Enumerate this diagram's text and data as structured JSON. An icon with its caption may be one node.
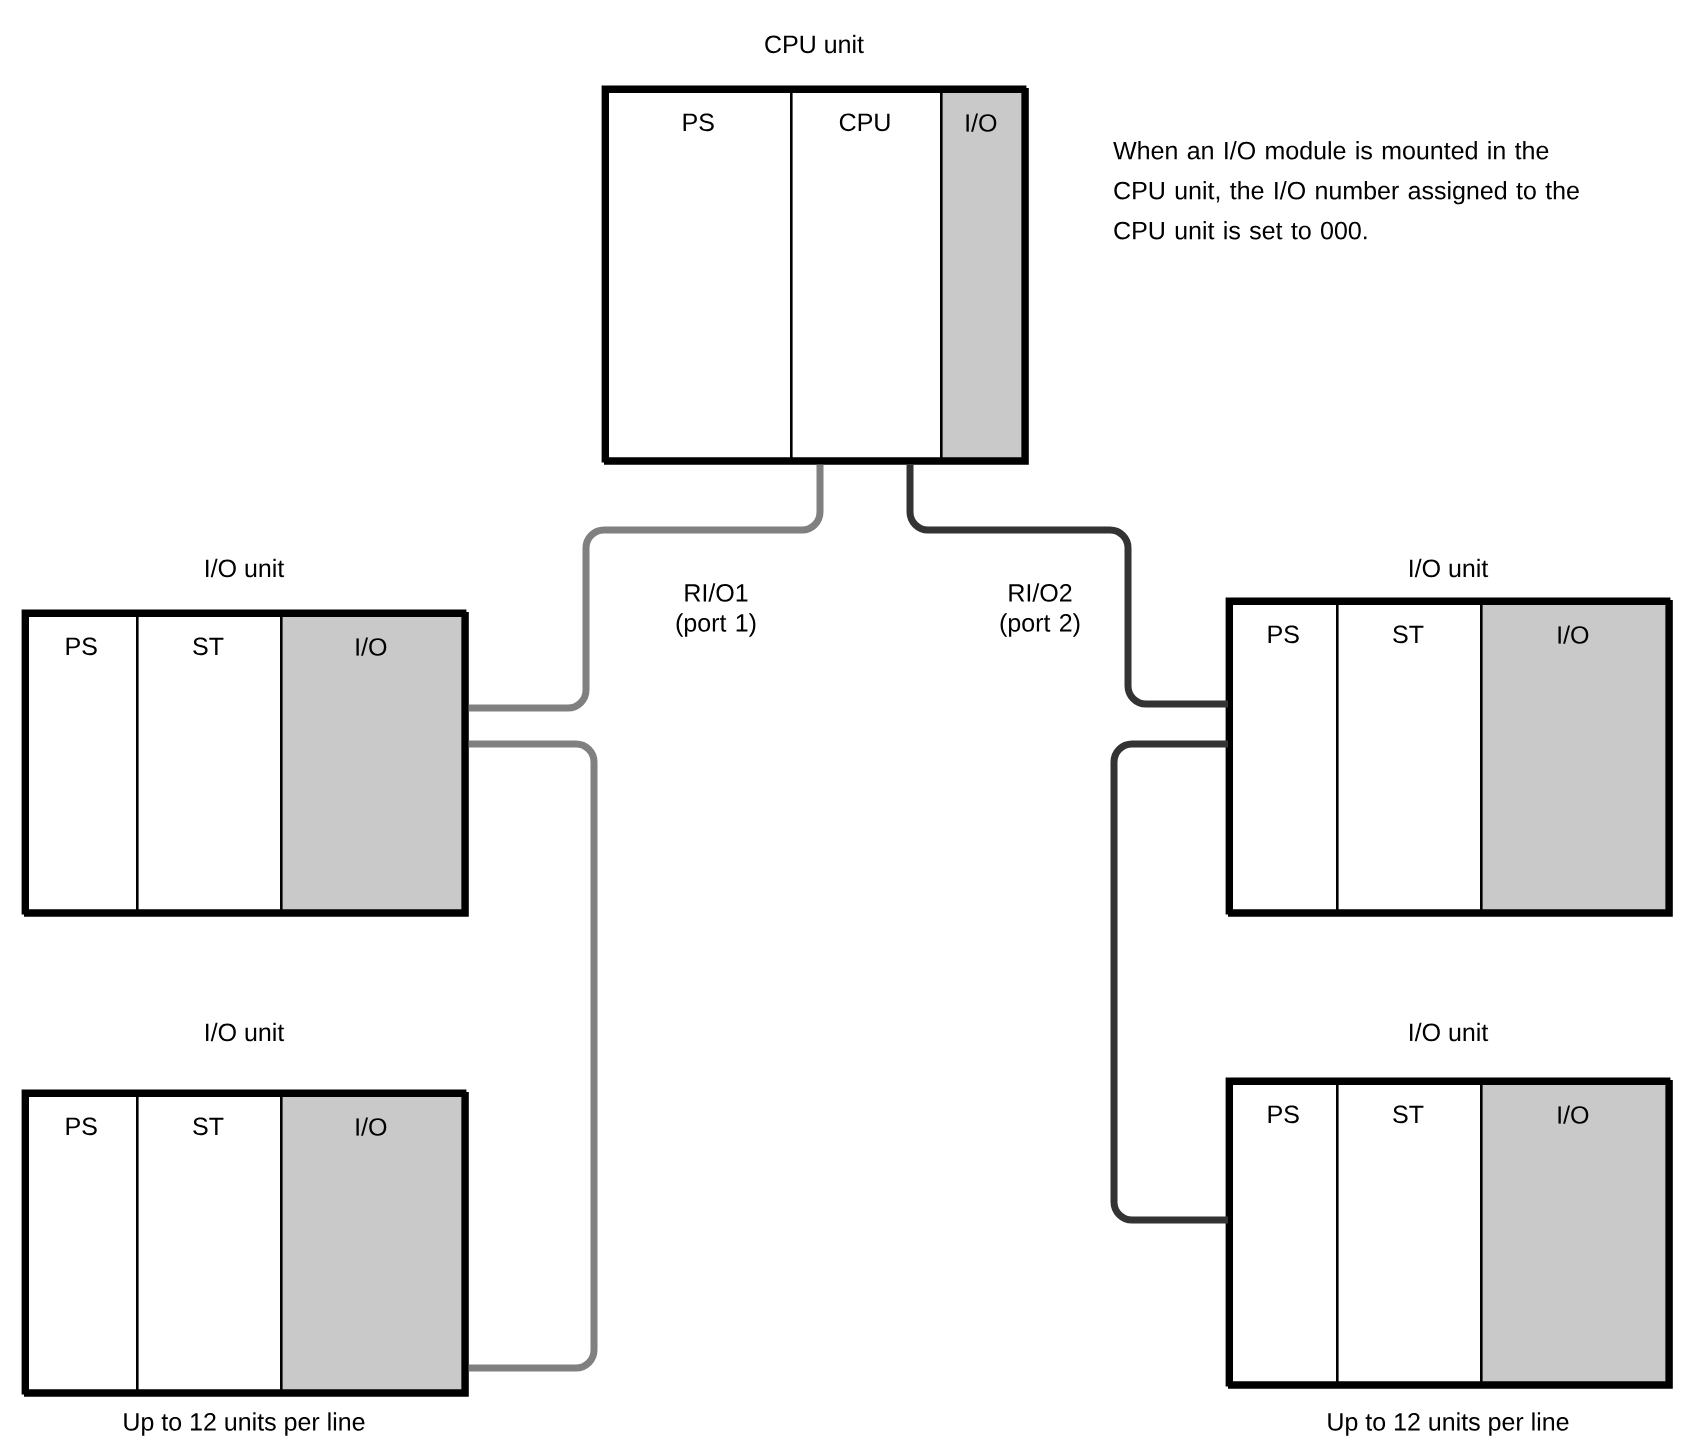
{
  "diagram": {
    "nodes": [
      {
        "text": [
          "CPU unit"
        ]
      },
      {
        "text": [
          "PS"
        ],
        "in": 0
      },
      {
        "text": [
          "CPU"
        ],
        "in": 0
      },
      {
        "text": [
          "I/O"
        ],
        "in": 0
      },
      {
        "text": [
          "I/O unit"
        ]
      },
      {
        "text": [
          "PS"
        ],
        "in": 4
      },
      {
        "text": [
          "ST"
        ],
        "in": 4
      },
      {
        "text": [
          "I/O"
        ],
        "in": 4
      },
      {
        "text": [
          "I/O unit"
        ]
      },
      {
        "text": [
          "PS"
        ],
        "in": 8
      },
      {
        "text": [
          "ST"
        ],
        "in": 8
      },
      {
        "text": [
          "I/O"
        ],
        "in": 8
      },
      {
        "text": [
          "I/O unit"
        ],
        "beside": [
          "Up to 12 units per line"
        ]
      },
      {
        "text": [
          "PS"
        ],
        "in": 12
      },
      {
        "text": [
          "ST"
        ],
        "in": 12
      },
      {
        "text": [
          "I/O"
        ],
        "in": 12
      },
      {
        "text": [
          "I/O unit"
        ],
        "beside": [
          "Up to 12 units per line"
        ]
      },
      {
        "text": [
          "PS"
        ],
        "in": 16
      },
      {
        "text": [
          "ST"
        ],
        "in": 16
      },
      {
        "text": [
          "I/O"
        ],
        "in": 16
      }
    ],
    "edges": [
      {
        "from": 0,
        "to": 4,
        "arrow": "none",
        "label": "RI/O1 (port 1)",
        "color": "#808080"
      },
      {
        "from": 0,
        "to": 8,
        "arrow": "none",
        "label": "RI/O2 (port 2)",
        "color": "#333333"
      },
      {
        "from": 4,
        "to": 12,
        "arrow": "none",
        "color": "#808080"
      },
      {
        "from": 8,
        "to": 16,
        "arrow": "none",
        "color": "#333333"
      }
    ],
    "labels": [
      "When an I/O module is mounted in the CPU unit, the I/O number assigned to the CPU unit is set to 000."
    ]
  }
}
